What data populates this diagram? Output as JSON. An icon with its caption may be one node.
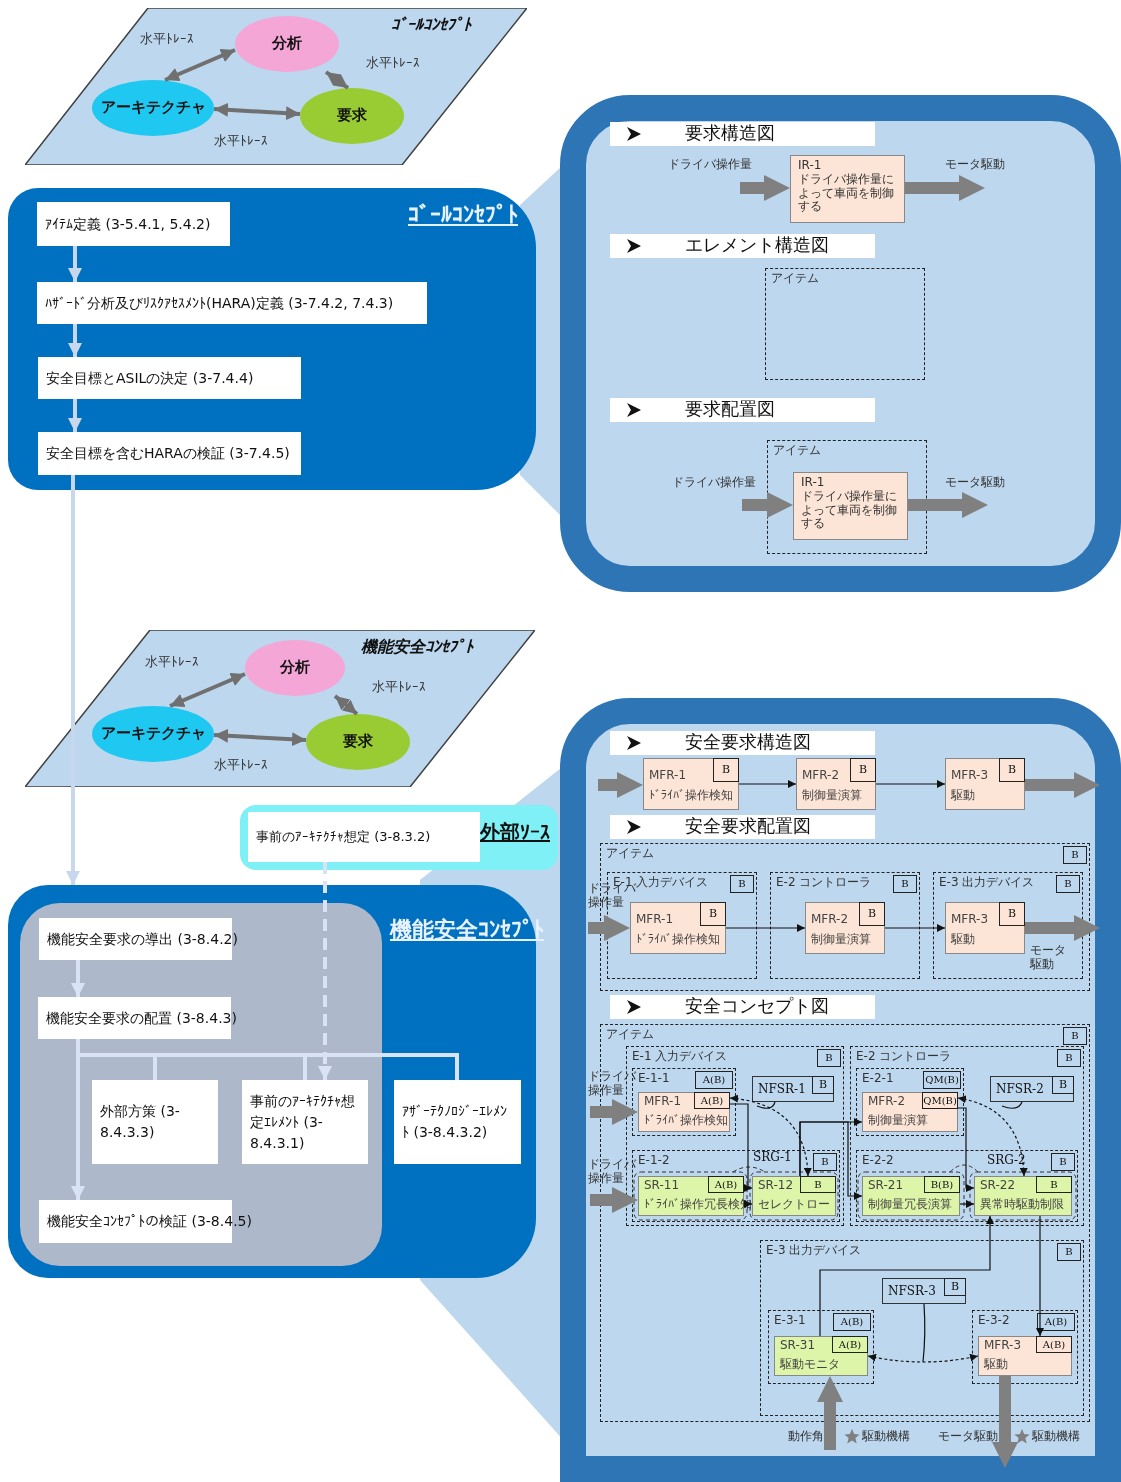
{
  "diagram": {
    "nodes": [
      {
        "text": [
          "ｺﾞｰﾙｺﾝｾﾌﾟﾄ"
        ]
      },
      {
        "text": [
          "分析"
        ],
        "in": 0
      },
      {
        "text": [
          "アーキテクチャ"
        ],
        "in": 0
      },
      {
        "text": [
          "要求"
        ],
        "in": 0
      },
      {
        "text": [
          "ｺﾞｰﾙｺﾝｾﾌﾟﾄ"
        ]
      },
      {
        "text": [
          "ｱｲﾃﾑ定義 (3-5.4.1, 5.4.2)"
        ],
        "in": 4
      },
      {
        "text": [
          "ﾊｻﾞｰﾄﾞ分析及びﾘｽｸｱｾｽﾒﾝﾄ(HARA)定義 (3-7.4.2, 7.4.3)"
        ],
        "in": 4
      },
      {
        "text": [
          "安全目標とASILの決定 (3-7.4.4)"
        ],
        "in": 4
      },
      {
        "text": [
          "安全目標を含むHARAの検証 (3-7.4.5)"
        ],
        "in": 4
      },
      {
        "text": [],
        "shape": "box"
      },
      {
        "text": [
          "要求構造図"
        ],
        "in": 9
      },
      {
        "text": [
          "IR-1",
          "ドライバ操作量によって車両を制御する"
        ],
        "in": 9
      },
      {
        "text": [
          "エレメント構造図"
        ],
        "in": 9
      },
      {
        "text": [
          "アイテム"
        ],
        "in": 9
      },
      {
        "text": [
          "要求配置図"
        ],
        "in": 9
      },
      {
        "text": [
          "アイテム"
        ],
        "in": 9
      },
      {
        "text": [
          "IR-1",
          "ドライバ操作量によって車両を制御する"
        ],
        "in": 15
      },
      {
        "text": [
          "機能安全ｺﾝｾﾌﾟﾄ"
        ]
      },
      {
        "text": [
          "分析"
        ],
        "in": 17
      },
      {
        "text": [
          "アーキテクチャ"
        ],
        "in": 17
      },
      {
        "text": [
          "要求"
        ],
        "in": 17
      },
      {
        "text": [
          "外部ｿｰｽ"
        ]
      },
      {
        "text": [
          "事前のｱｰｷﾃｸﾁｬ想定 (3-8.3.2)"
        ],
        "in": 21
      },
      {
        "text": [
          "機能安全ｺﾝｾﾌﾟﾄ"
        ]
      },
      {
        "text": [],
        "shape": "box",
        "in": 23
      },
      {
        "text": [
          "機能安全要求の導出 (3-8.4.2)"
        ],
        "in": 24
      },
      {
        "text": [
          "機能安全要求の配置 (3-8.4.3)"
        ],
        "in": 24
      },
      {
        "text": [
          "外部方策 (3-8.4.3.3)"
        ],
        "in": 24
      },
      {
        "text": [
          "事前のｱｰｷﾃｸﾁｬ想定ｴﾚﾒﾝﾄ (3-8.4.3.1)"
        ],
        "in": 24
      },
      {
        "text": [
          "ｱｻﾞｰﾃｸﾉﾛｼﾞｰｴﾚﾒﾝﾄ (3-8.4.3.2)"
        ],
        "in": 23
      },
      {
        "text": [
          "機能安全ｺﾝｾﾌﾟﾄの検証 (3-8.4.5)"
        ],
        "in": 24
      },
      {
        "text": [],
        "shape": "box"
      },
      {
        "text": [
          "安全要求構造図"
        ],
        "in": 31
      },
      {
        "text": [
          "MFR-1",
          "B",
          "ﾄﾞﾗｲﾊﾞ操作検知"
        ],
        "in": 31
      },
      {
        "text": [
          "MFR-2",
          "B",
          "制御量演算"
        ],
        "in": 31
      },
      {
        "text": [
          "MFR-3",
          "B",
          "駆動"
        ],
        "in": 31
      },
      {
        "text": [
          "安全要求配置図"
        ],
        "in": 31
      },
      {
        "text": [
          "アイテム",
          "B"
        ],
        "in": 31
      },
      {
        "text": [
          "E-1 入力デバイス",
          "B"
        ],
        "in": 37
      },
      {
        "text": [
          "MFR-1",
          "B",
          "ﾄﾞﾗｲﾊﾞ操作検知"
        ],
        "in": 38
      },
      {
        "text": [
          "E-2 コントローラ",
          "B"
        ],
        "in": 37
      },
      {
        "text": [
          "MFR-2",
          "B",
          "制御量演算"
        ],
        "in": 40
      },
      {
        "text": [
          "E-3 出力デバイス",
          "B"
        ],
        "in": 37
      },
      {
        "text": [
          "MFR-3",
          "B",
          "駆動"
        ],
        "in": 42
      },
      {
        "text": [
          "安全コンセプト図"
        ],
        "in": 31
      },
      {
        "text": [
          "アイテム",
          "B"
        ],
        "in": 31
      },
      {
        "text": [
          "E-1 入力デバイス",
          "B"
        ],
        "in": 45
      },
      {
        "text": [
          "E-1-1",
          "A(B)"
        ],
        "in": 46
      },
      {
        "text": [
          "MFR-1",
          "A(B)",
          "ﾄﾞﾗｲﾊﾞ操作検知"
        ],
        "in": 47
      },
      {
        "text": [
          "NFSR-1",
          "B"
        ],
        "in": 46
      },
      {
        "text": [
          "E-1-2",
          "SRG-1",
          "B"
        ],
        "in": 46
      },
      {
        "text": [
          "SR-11",
          "A(B)",
          "ﾄﾞﾗｲﾊﾞ操作冗長検知"
        ],
        "in": 50
      },
      {
        "text": [
          "SR-12",
          "B",
          "セレクトロー"
        ],
        "in": 50
      },
      {
        "text": [
          "E-2 コントローラ",
          "B"
        ],
        "in": 45
      },
      {
        "text": [
          "E-2-1",
          "QM(B)"
        ],
        "in": 53
      },
      {
        "text": [
          "MFR-2",
          "QM(B)",
          "制御量演算"
        ],
        "in": 54
      },
      {
        "text": [
          "NFSR-2",
          "B"
        ],
        "in": 53
      },
      {
        "text": [
          "E-2-2",
          "SRG-2",
          "B"
        ],
        "in": 53
      },
      {
        "text": [
          "SR-21",
          "B(B)",
          "制御量冗長演算"
        ],
        "in": 57
      },
      {
        "text": [
          "SR-22",
          "B",
          "異常時駆動制限"
        ],
        "in": 57
      },
      {
        "text": [
          "E-3 出力デバイス",
          "B"
        ],
        "in": 45
      },
      {
        "text": [
          "NFSR-3",
          "B"
        ],
        "in": 60
      },
      {
        "text": [
          "E-3-1",
          "A(B)"
        ],
        "in": 60
      },
      {
        "text": [
          "SR-31",
          "A(B)",
          "駆動モニタ"
        ],
        "in": 62
      },
      {
        "text": [
          "E-3-2",
          "A(B)"
        ],
        "in": 60
      },
      {
        "text": [
          "MFR-3",
          "A(B)",
          "駆動"
        ],
        "in": 64
      }
    ],
    "edges": [
      {
        "from": 2,
        "to": 1,
        "arrow": "both",
        "label": "水平ﾄﾚｰｽ",
        "color": "#707070"
      },
      {
        "from": 1,
        "to": 3,
        "arrow": "both",
        "label": "水平ﾄﾚｰｽ",
        "color": "#707070"
      },
      {
        "from": 2,
        "to": 3,
        "arrow": "both",
        "label": "水平ﾄﾚｰｽ",
        "color": "#707070"
      },
      {
        "from": 5,
        "to": 6,
        "arrow": "to",
        "color": "#c8d8ec"
      },
      {
        "from": 6,
        "to": 7,
        "arrow": "to",
        "color": "#c8d8ec"
      },
      {
        "from": 7,
        "to": 8,
        "arrow": "to",
        "color": "#c8d8ec"
      },
      {
        "from": 8,
        "to": 23,
        "arrow": "to",
        "color": "#c8d8ec"
      },
      {
        "from": null,
        "to": 11,
        "arrow": "to",
        "label": "ドライバ操作量",
        "color": "#808080",
        "style": "thick"
      },
      {
        "from": 11,
        "to": null,
        "arrow": "to",
        "label": "モータ駆動",
        "color": "#808080",
        "style": "thick"
      },
      {
        "from": null,
        "to": 16,
        "arrow": "to",
        "label": "ドライバ操作量",
        "color": "#808080",
        "style": "thick"
      },
      {
        "from": 16,
        "to": null,
        "arrow": "to",
        "label": "モータ駆動",
        "color": "#808080",
        "style": "thick"
      },
      {
        "from": 19,
        "to": 18,
        "arrow": "both",
        "label": "水平ﾄﾚｰｽ",
        "color": "#707070"
      },
      {
        "from": 18,
        "to": 20,
        "arrow": "both",
        "label": "水平ﾄﾚｰｽ",
        "color": "#707070"
      },
      {
        "from": 19,
        "to": 20,
        "arrow": "both",
        "label": "水平ﾄﾚｰｽ",
        "color": "#707070"
      },
      {
        "from": 25,
        "to": 26,
        "arrow": "to",
        "color": "#dae3f3"
      },
      {
        "from": 26,
        "to": 30,
        "arrow": "to",
        "color": "#dae3f3"
      },
      {
        "from": 26,
        "to": 27,
        "arrow": "none",
        "color": "#dae3f3"
      },
      {
        "from": 26,
        "to": 28,
        "arrow": "none",
        "color": "#dae3f3"
      },
      {
        "from": 26,
        "to": 29,
        "arrow": "none",
        "color": "#dae3f3"
      },
      {
        "from": 22,
        "to": 28,
        "arrow": "to",
        "color": "#dae3f3",
        "style": "dashed"
      },
      {
        "from": null,
        "to": 33,
        "arrow": "to",
        "color": "#808080",
        "style": "thick"
      },
      {
        "from": 33,
        "to": 34,
        "arrow": "to"
      },
      {
        "from": 34,
        "to": 35,
        "arrow": "to"
      },
      {
        "from": 35,
        "to": null,
        "arrow": "to",
        "color": "#808080",
        "style": "thick"
      },
      {
        "from": null,
        "to": 39,
        "arrow": "to",
        "label": "ドライバ操作量",
        "color": "#808080",
        "style": "thick"
      },
      {
        "from": 39,
        "to": 41,
        "arrow": "to"
      },
      {
        "from": 41,
        "to": 43,
        "arrow": "to"
      },
      {
        "from": 43,
        "to": null,
        "arrow": "to",
        "label": "モータ駆動",
        "color": "#808080",
        "style": "thick"
      },
      {
        "from": null,
        "to": 48,
        "arrow": "to",
        "label": "ドライバ操作量",
        "color": "#808080",
        "style": "thick"
      },
      {
        "from": null,
        "to": 51,
        "arrow": "to",
        "label": "ドライバ操作量",
        "color": "#808080",
        "style": "thick"
      },
      {
        "from": 48,
        "to": 52,
        "arrow": "to"
      },
      {
        "from": 51,
        "to": 52,
        "arrow": "to"
      },
      {
        "from": 52,
        "to": 55,
        "arrow": "to"
      },
      {
        "from": 52,
        "to": 58,
        "arrow": "to"
      },
      {
        "from": 48,
        "to": 52,
        "arrow": "both",
        "style": "dashed"
      },
      {
        "from": 49,
        "to": null,
        "arrow": "none"
      },
      {
        "from": 55,
        "to": 59,
        "arrow": "to"
      },
      {
        "from": 58,
        "to": 59,
        "arrow": "to"
      },
      {
        "from": 55,
        "to": 59,
        "arrow": "both",
        "style": "dashed"
      },
      {
        "from": 56,
        "to": null,
        "arrow": "none"
      },
      {
        "from": 59,
        "to": 65,
        "arrow": "to"
      },
      {
        "from": 63,
        "to": 59,
        "arrow": "to"
      },
      {
        "from": 63,
        "to": 65,
        "arrow": "both",
        "style": "dashed"
      },
      {
        "from": 61,
        "to": null,
        "arrow": "none"
      },
      {
        "from": null,
        "to": 63,
        "arrow": "to",
        "label": "動作角",
        "color": "#808080",
        "style": "thick"
      },
      {
        "from": 65,
        "to": null,
        "arrow": "to",
        "label": "モータ駆動",
        "color": "#808080",
        "style": "thick"
      }
    ],
    "labels": [
      "駆動機構",
      "駆動機構"
    ]
  }
}
